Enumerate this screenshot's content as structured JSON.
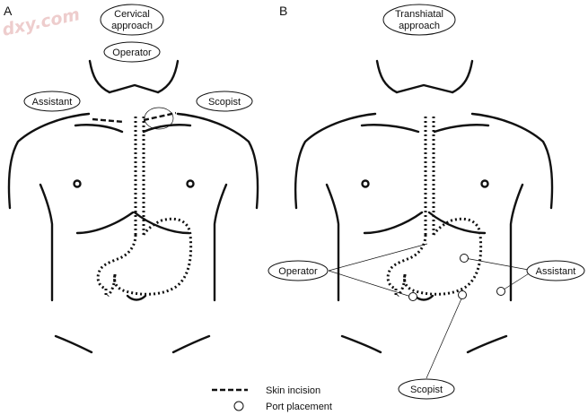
{
  "watermark": "dxy.com",
  "panel_a": {
    "letter": "A",
    "approach_line1": "Cervical",
    "approach_line2": "approach",
    "operator": "Operator",
    "assistant": "Assistant",
    "scopist": "Scopist"
  },
  "panel_b": {
    "letter": "B",
    "approach_line1": "Transhiatal",
    "approach_line2": "approach",
    "operator": "Operator",
    "assistant": "Assistant",
    "scopist": "Scopist"
  },
  "legend": {
    "skin_incision": "Skin incision",
    "port_placement": "Port placement"
  }
}
